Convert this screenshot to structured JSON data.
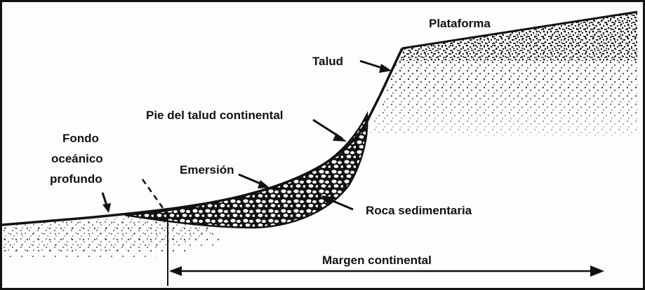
{
  "labels": {
    "plataforma": "Plataforma",
    "talud": "Talud",
    "pie_talud": "Pie del talud continental",
    "fondo_line1": "Fondo",
    "fondo_line2": "oceánico",
    "fondo_line3": "profundo",
    "emersion": "Emersión",
    "roca": "Roca sedimentaria",
    "margen": "Margen continental"
  },
  "colors": {
    "ink": "#111111",
    "background": "#fdfdfd"
  }
}
